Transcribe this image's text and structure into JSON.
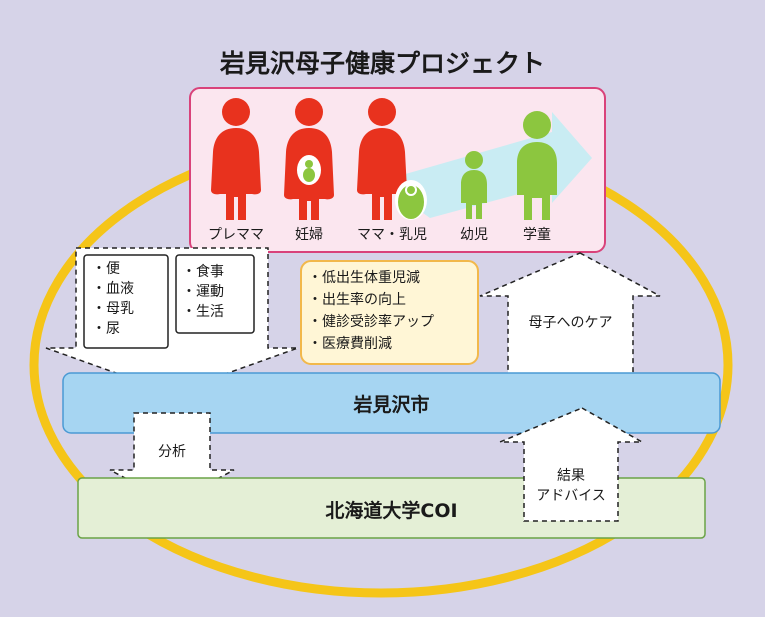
{
  "title": "岩見沢母子健康プロジェクト",
  "stages": [
    {
      "label": "プレママ",
      "icon": "adult-woman-icon"
    },
    {
      "label": "妊婦",
      "icon": "pregnant-woman-icon"
    },
    {
      "label": "ママ・乳児",
      "icon": "mother-with-infant-icon"
    },
    {
      "label": "幼児",
      "icon": "toddler-icon"
    },
    {
      "label": "学童",
      "icon": "school-child-icon"
    }
  ],
  "samples": [
    "便",
    "血液",
    "母乳",
    "尿"
  ],
  "lifestyle": [
    "食事",
    "運動",
    "生活"
  ],
  "goals": [
    "低出生体重児減",
    "出生率の向上",
    "健診受診率アップ",
    "医療費削減"
  ],
  "city": "岩見沢市",
  "university": "北海道大学COI",
  "arrows": {
    "analysis": "分析",
    "care": "母子へのケア",
    "results_line1": "結果",
    "results_line2": "アドバイス"
  },
  "colors": {
    "background": "#d6d3e8",
    "ellipse": "#f5c518",
    "mother": "#e8321e",
    "child": "#8cc63f",
    "city_band": "#a6d5f2",
    "university_band": "#e4efd6",
    "top_panel": "#fbe6ef",
    "top_panel_border": "#d9427a",
    "goal_box": "#fff6d6",
    "goal_border": "#f2b84b"
  }
}
